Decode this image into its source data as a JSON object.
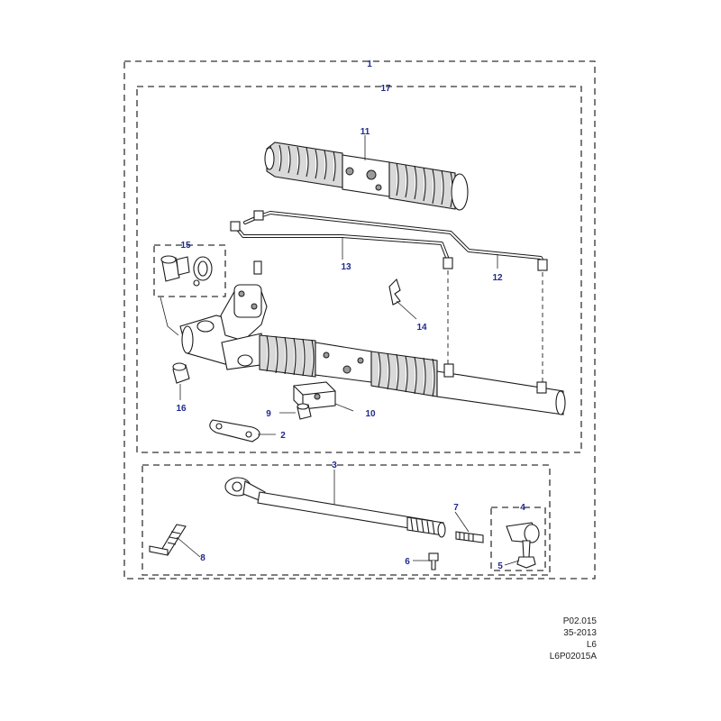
{
  "callouts": {
    "c1": "1",
    "c2": "2",
    "c3": "3",
    "c4": "4",
    "c5": "5",
    "c6": "6",
    "c7": "7",
    "c8": "8",
    "c9": "9",
    "c10": "10",
    "c11": "11",
    "c12": "12",
    "c13": "13",
    "c14": "14",
    "c15": "15",
    "c16": "16",
    "c17": "17"
  },
  "reference": {
    "code": "P02.015",
    "number": "35-2013",
    "model": "L6",
    "drawing": "L6P02015A"
  },
  "colors": {
    "callout": "#1f2a8c",
    "line": "#1a1a1a"
  }
}
